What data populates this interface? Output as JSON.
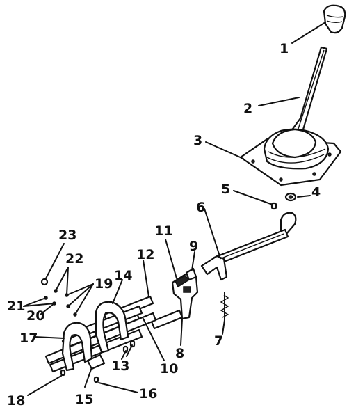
{
  "diagram": {
    "labels": {
      "p1": "1",
      "p2": "2",
      "p3": "3",
      "p4": "4",
      "p5": "5",
      "p6": "6",
      "p7": "7",
      "p8": "8",
      "p9": "9",
      "p10": "10",
      "p11": "11",
      "p12": "12",
      "p13": "13",
      "p14": "14",
      "p15": "15",
      "p16": "16",
      "p17": "17",
      "p18": "18",
      "p19": "19",
      "p20": "20",
      "p21": "21",
      "p22": "22",
      "p23": "23"
    }
  }
}
